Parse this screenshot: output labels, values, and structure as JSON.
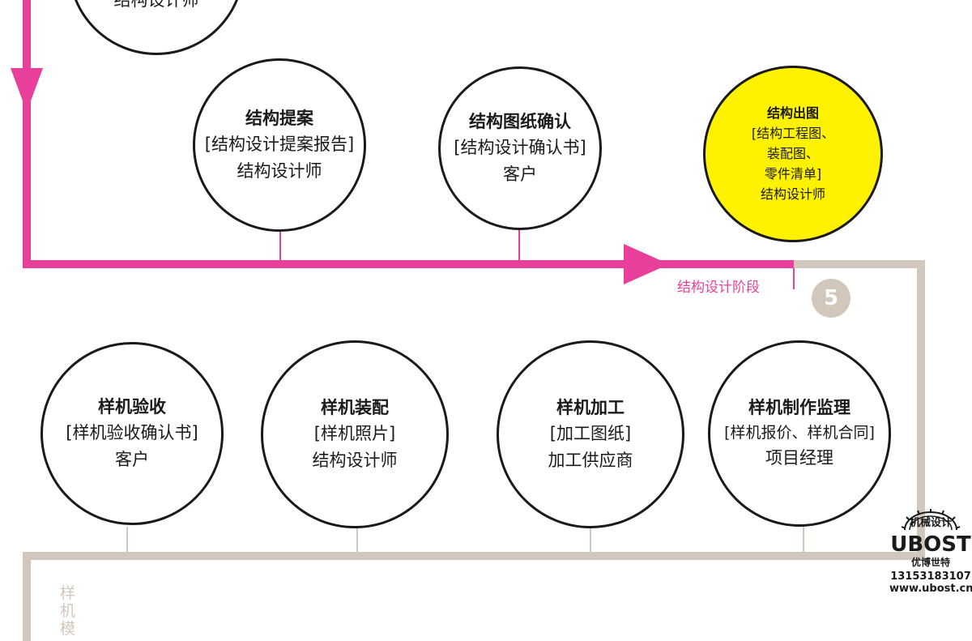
{
  "colors": {
    "magenta": "#e8409a",
    "beige": "#d1c8bb",
    "yellow": "#fff200",
    "ink": "#1a1a1a"
  },
  "top_partial": {
    "owner": "结构设计师"
  },
  "row1": [
    {
      "title": "结构提案",
      "doc": "[结构设计提案报告]",
      "owner": "结构设计师"
    },
    {
      "title": "结构图纸确认",
      "doc": "[结构设计确认书]",
      "owner": "客户"
    },
    {
      "title": "结构出图",
      "doc_lines": [
        "[结构工程图、",
        "装配图、",
        "零件清单]"
      ],
      "owner": "结构设计师"
    }
  ],
  "stage_label": "结构设计阶段",
  "stage_number": "5",
  "row2": [
    {
      "title": "样机验收",
      "doc": "[样机验收确认书]",
      "owner": "客户"
    },
    {
      "title": "样机装配",
      "doc": "[样机照片]",
      "owner": "结构设计师"
    },
    {
      "title": "样机加工",
      "doc": "[加工图纸]",
      "owner": "加工供应商"
    },
    {
      "title": "样机制作监理",
      "doc": "[样机报价、样机合同]",
      "owner": "项目经理"
    }
  ],
  "next_stage_label": "样机模",
  "logo": {
    "gear_text": "机械设计",
    "brand": "UBOST",
    "sub": "优博世特",
    "phone": "13153183107",
    "website": "www.ubost.cn",
    "icon": "gear-icon"
  }
}
